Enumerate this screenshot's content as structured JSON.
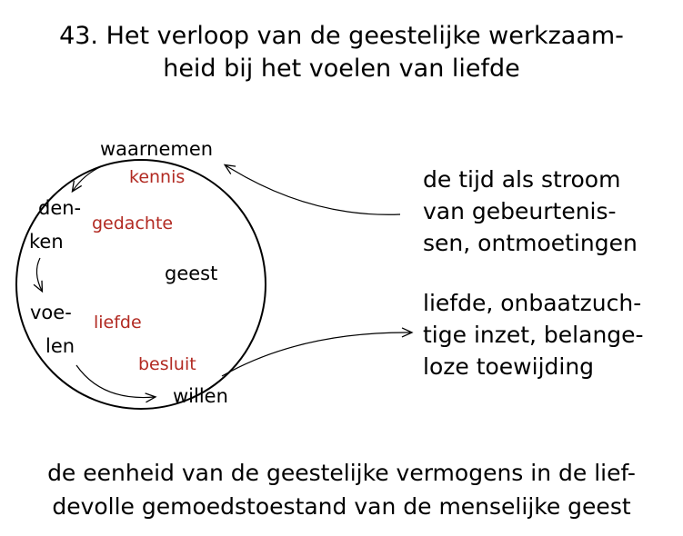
{
  "title": {
    "line1": "43. Het verloop van de geestelijke werkzaam-",
    "line2": "heid bij het voelen van liefde"
  },
  "circle": {
    "center": "geest",
    "stages": {
      "waarnemen": "waarnemen",
      "denken_1": "den-",
      "denken_2": "ken",
      "voelen_1": "voe-",
      "voelen_2": "len",
      "willen": "willen"
    },
    "results": {
      "kennis": "kennis",
      "gedachte": "gedachte",
      "liefde": "liefde",
      "besluit": "besluit"
    },
    "accent_color": "#b22a22"
  },
  "side_notes": {
    "time": "de tijd als stroom\nvan gebeurtenis-\nsen, ontmoetingen",
    "love": "liefde, onbaatzuch-\ntige inzet, belange-\nloze toewijding"
  },
  "footer": "de eenheid van de geestelijke vermogens in de lief-\ndevolle gemoedstoestand van de menselijke geest"
}
